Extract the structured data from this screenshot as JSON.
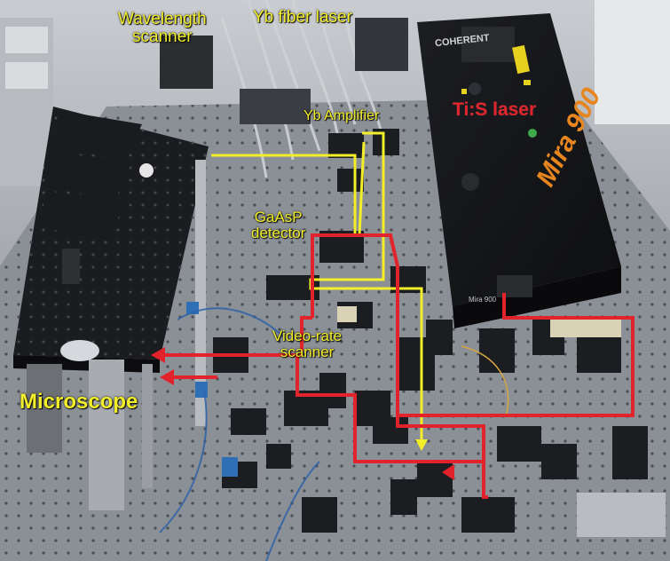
{
  "labels": {
    "wavelength_scanner_l1": "Wavelength",
    "wavelength_scanner_l2": "scanner",
    "yb_fiber_laser": "Yb fiber laser",
    "yb_amplifier": "Yb Amplifier",
    "tis_laser": "Ti:S laser",
    "gaasp_l1": "GaAsP",
    "gaasp_l2": "detector",
    "video_rate_l1": "Video-rate",
    "video_rate_l2": "scanner",
    "microscope": "Microscope"
  },
  "device_text": {
    "brand": "COHERENT",
    "model": "Mira 900",
    "badge": "Mira 900"
  },
  "colors": {
    "ti_s_beam": "#e3232b",
    "yb_beam": "#f2ee2a",
    "label_yellow": "#f2ee2a",
    "label_red": "#e3232b",
    "table": "#8a8f94",
    "laser_housing": "#141416"
  }
}
